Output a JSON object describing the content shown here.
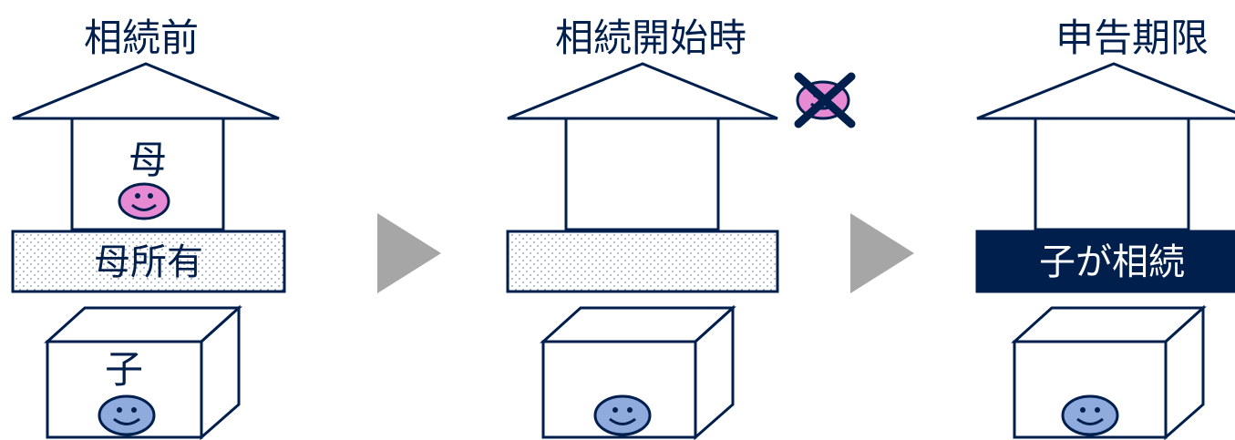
{
  "colors": {
    "navy": "#001f4d",
    "arrow_gray": "#a6a6a6",
    "mother_face": "#e78ad4",
    "child_face": "#8faadc",
    "dotted_fill": "#e8eef7"
  },
  "panels": [
    {
      "title": "相続前",
      "mother_label": "母",
      "band_label": "母所有",
      "child_label": "子"
    },
    {
      "title": "相続開始時",
      "mother_crossed": "mother-face-crossed-icon"
    },
    {
      "title": "申告期限",
      "band_label": "子が相続"
    }
  ]
}
